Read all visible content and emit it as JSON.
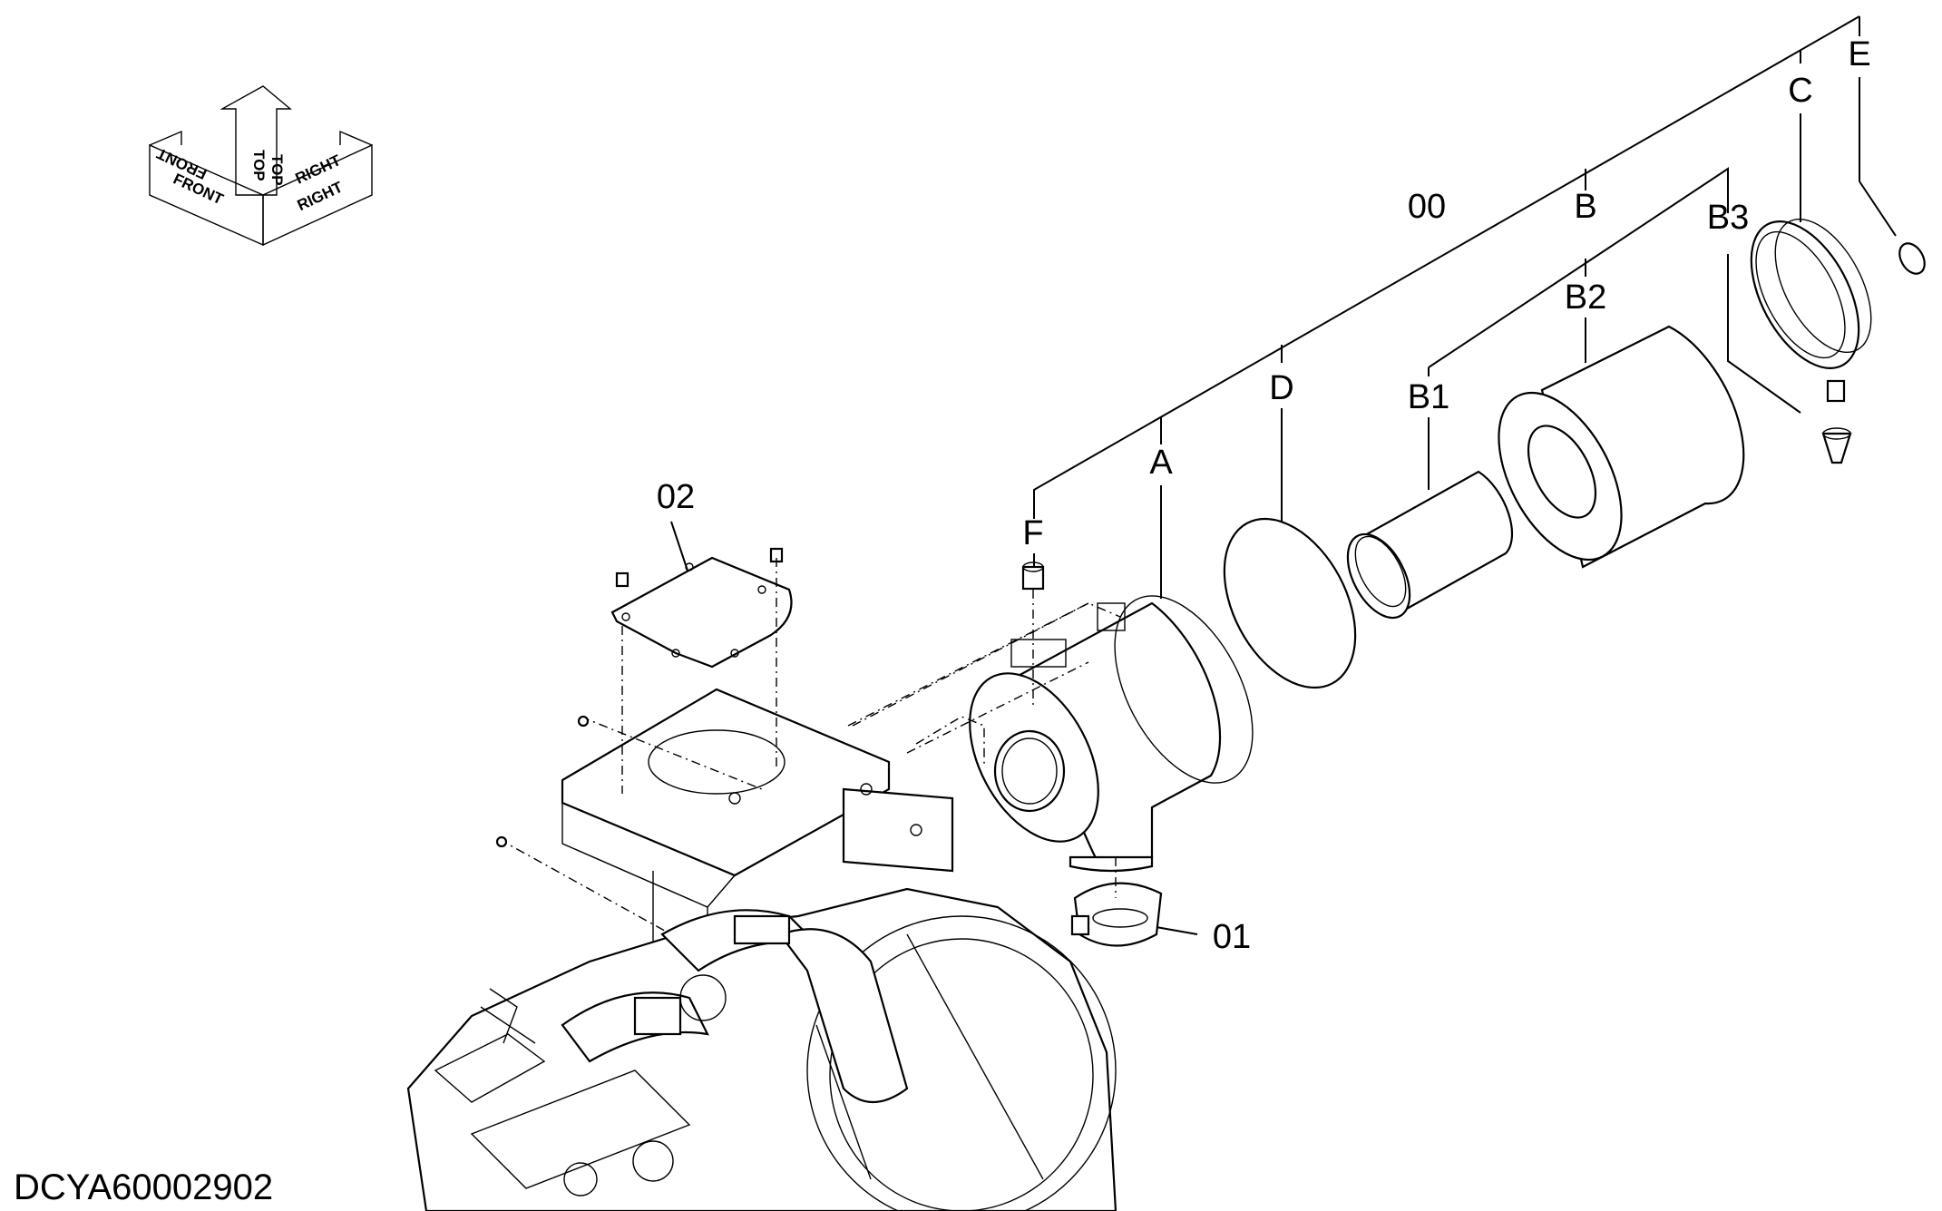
{
  "drawing_code": "DCYA60002902",
  "orientation": {
    "front": "FRONT",
    "top": "TOP",
    "right": "RIGHT"
  },
  "callouts": {
    "assembly": "00",
    "precleaner_bowl": "01",
    "cover_plate": "02",
    "housing": "A",
    "element_set": "B",
    "inner_element": "B1",
    "outer_element": "B2",
    "valve_part": "B3",
    "cap": "C",
    "gasket": "D",
    "evacuator": "E",
    "indicator": "F"
  }
}
